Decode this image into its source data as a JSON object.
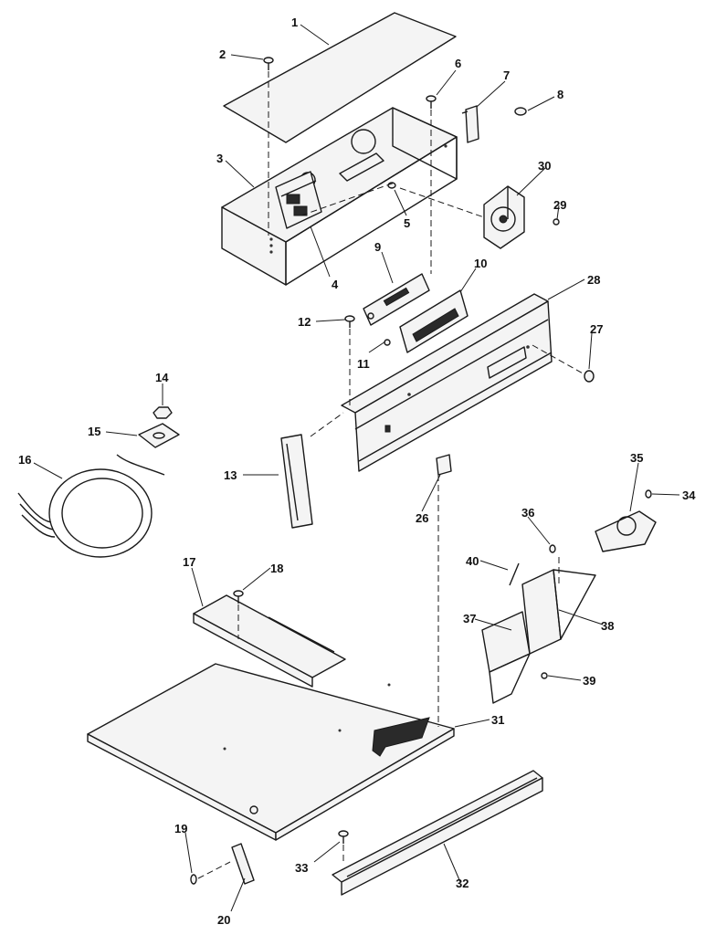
{
  "callouts": [
    {
      "id": "1",
      "label": "1"
    },
    {
      "id": "2",
      "label": "2"
    },
    {
      "id": "3",
      "label": "3"
    },
    {
      "id": "4",
      "label": "4"
    },
    {
      "id": "5",
      "label": "5"
    },
    {
      "id": "6",
      "label": "6"
    },
    {
      "id": "7",
      "label": "7"
    },
    {
      "id": "8",
      "label": "8"
    },
    {
      "id": "9",
      "label": "9"
    },
    {
      "id": "10",
      "label": "10"
    },
    {
      "id": "11",
      "label": "11"
    },
    {
      "id": "12",
      "label": "12"
    },
    {
      "id": "13",
      "label": "13"
    },
    {
      "id": "14",
      "label": "14"
    },
    {
      "id": "15",
      "label": "15"
    },
    {
      "id": "16",
      "label": "16"
    },
    {
      "id": "17",
      "label": "17"
    },
    {
      "id": "18",
      "label": "18"
    },
    {
      "id": "19",
      "label": "19"
    },
    {
      "id": "20",
      "label": "20"
    },
    {
      "id": "26",
      "label": "26"
    },
    {
      "id": "27",
      "label": "27"
    },
    {
      "id": "28",
      "label": "28"
    },
    {
      "id": "29",
      "label": "29"
    },
    {
      "id": "30",
      "label": "30"
    },
    {
      "id": "31",
      "label": "31"
    },
    {
      "id": "32",
      "label": "32"
    },
    {
      "id": "33",
      "label": "33"
    },
    {
      "id": "34",
      "label": "34"
    },
    {
      "id": "35",
      "label": "35"
    },
    {
      "id": "36",
      "label": "36"
    },
    {
      "id": "37",
      "label": "37"
    },
    {
      "id": "38",
      "label": "38"
    },
    {
      "id": "39",
      "label": "39"
    },
    {
      "id": "40",
      "label": "40"
    }
  ],
  "colors": {
    "ink": "#1a1a1a",
    "paper": "#ffffff"
  }
}
